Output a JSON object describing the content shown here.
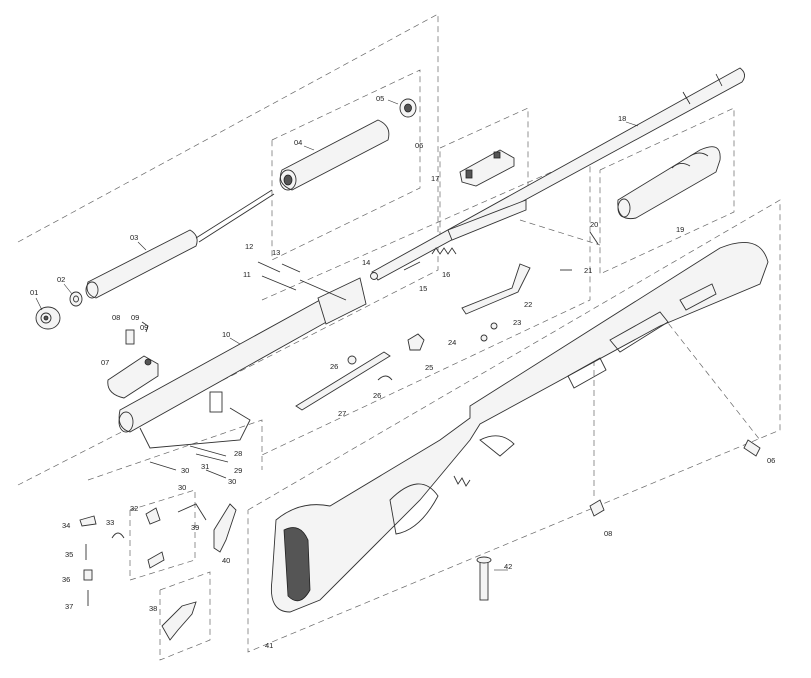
{
  "diagram": {
    "labels": {
      "p01": "01",
      "p02": "02",
      "p03": "03",
      "p04": "04",
      "p05": "05",
      "p06": "06",
      "p07": "07",
      "p08": "08",
      "p09": "09",
      "p10": "10",
      "p11": "11",
      "p12": "12",
      "p13": "13",
      "p14": "14",
      "p15": "15",
      "p16": "16",
      "p17": "17",
      "p18": "18",
      "p19": "19",
      "p20": "20",
      "p21": "21",
      "p22": "22",
      "p23": "23",
      "p24": "24",
      "p25": "25",
      "p26a": "26",
      "p26b": "26",
      "p27": "27",
      "p28": "28",
      "p29": "29",
      "p30a": "30",
      "p30b": "30",
      "p30c": "30",
      "p31": "31",
      "p32": "32",
      "p33": "33",
      "p34": "34",
      "p35": "35",
      "p36": "36",
      "p37": "37",
      "p38": "38",
      "p39": "39",
      "p40": "40",
      "p41": "41",
      "p42": "42",
      "p06b": "06",
      "p08b": "08",
      "p09b": "09"
    }
  }
}
